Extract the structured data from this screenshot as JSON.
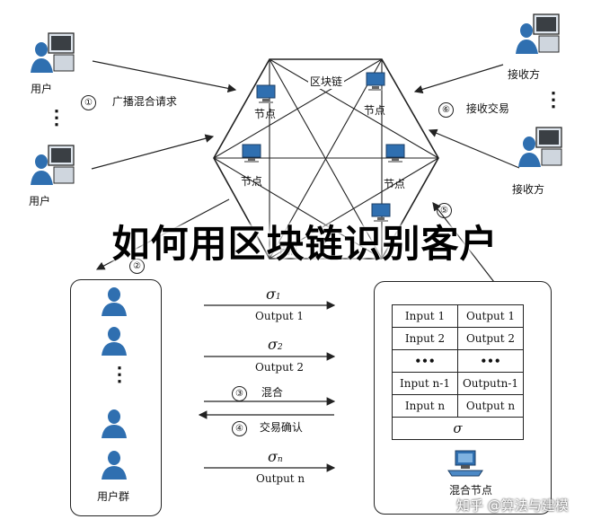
{
  "diagram": {
    "users": [
      "用户",
      "用户"
    ],
    "receivers": [
      "接收方",
      "接收方"
    ],
    "blockchain_label": "区块链",
    "nodes": [
      "节点",
      "节点",
      "节点",
      "节点",
      "节点"
    ],
    "steps": {
      "s1": {
        "num": "①",
        "text": "广播混合请求"
      },
      "s2": {
        "num": "②"
      },
      "s3": {
        "num": "③",
        "text": "混合"
      },
      "s4": {
        "num": "④",
        "text": "交易确认"
      },
      "s5": {
        "num": "⑤"
      },
      "s6": {
        "num": "⑥",
        "text": "接收交易"
      }
    },
    "user_group_label": "用户群",
    "mix_node_label": "混合节点",
    "vdots": "⋮",
    "flows": [
      {
        "sigma": "σ",
        "sub": "1",
        "label": "Output 1"
      },
      {
        "sigma": "σ",
        "sub": "2",
        "label": "Output 2"
      },
      {
        "sigma": "σ",
        "sub": "n",
        "label": "Output n"
      }
    ],
    "table": {
      "rows": [
        [
          "Input 1",
          "Output 1"
        ],
        [
          "Input 2",
          "Output 2"
        ],
        [
          "•••",
          "•••"
        ],
        [
          "Input n-1",
          "Outputn-1"
        ],
        [
          "Input n",
          "Output n"
        ]
      ],
      "footer": "σ"
    }
  },
  "overlay_title": "如何用区块链识别客户",
  "watermark": "知乎 @算法与建模",
  "colors": {
    "icon_blue": "#2f6fb0",
    "line": "#222222"
  }
}
